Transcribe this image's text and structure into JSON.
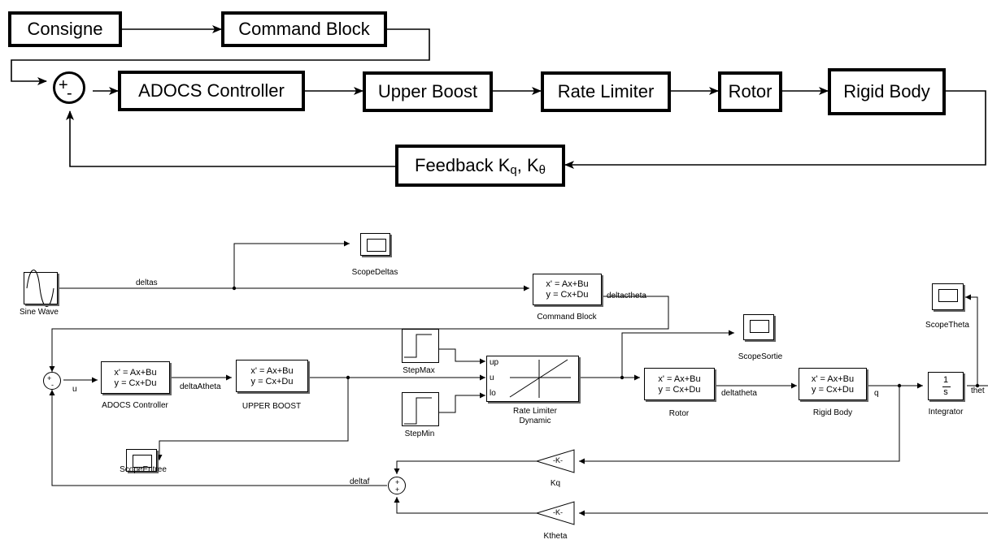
{
  "top": {
    "consigne": "Consigne",
    "command_block": "Command Block",
    "sum_plus": "+",
    "sum_minus": "-",
    "adocs": "ADOCS Controller",
    "upper_boost": "Upper Boost",
    "rate_limiter": "Rate Limiter",
    "rotor": "Rotor",
    "rigid_body": "Rigid Body",
    "feedback_prefix": "Feedback K",
    "feedback_sub_q": "q",
    "feedback_sep": ", K",
    "feedback_sub_theta": "θ"
  },
  "bottom": {
    "ss_line1": "x' = Ax+Bu",
    "ss_line2": "y = Cx+Du",
    "sine_wave": "Sine Wave",
    "scope_deltas": "ScopeDeltas",
    "scope_entree": "ScopeEntree",
    "scope_sortie": "ScopeSortie",
    "scope_theta": "ScopeTheta",
    "command_block": "Command Block",
    "adocs_controller": "ADOCS Controller",
    "upper_boost": "UPPER BOOST",
    "step_max": "StepMax",
    "step_min": "StepMin",
    "rate_limiter_line1": "Rate Limiter",
    "rate_limiter_line2": "Dynamic",
    "port_up": "up",
    "port_u": "u",
    "port_lo": "lo",
    "rotor": "Rotor",
    "rigid_body": "Rigid Body",
    "integrator": "Integrator",
    "integrator_num": "1",
    "integrator_den": "s",
    "gain_text": "-K-",
    "kq": "Kq",
    "ktheta": "Ktheta",
    "sig_deltas": "deltas",
    "sig_deltactheta": "deltactheta",
    "sig_u": "u",
    "sig_deltaatheta": "deltaAtheta",
    "sig_deltatheta": "deltatheta",
    "sig_q": "q",
    "sig_theta": "thet",
    "sig_deltaf": "deltaf",
    "plus": "+",
    "minus": "-"
  }
}
